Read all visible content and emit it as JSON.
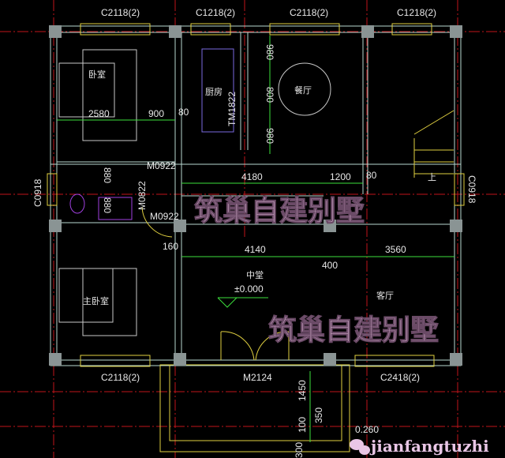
{
  "plan": {
    "rooms": {
      "bedroom": "卧室",
      "kitchen": "厨房",
      "dining": "餐厅",
      "stairs_up": "上",
      "hall": "中堂",
      "hall_level": "±0.000",
      "master_bedroom": "主卧室",
      "living": "客厅"
    },
    "openings": {
      "top_1": "C2118(2)",
      "top_2": "C1218(2)",
      "top_3": "C2118(2)",
      "top_4": "C1218(2)",
      "left": "C0918",
      "right": "C0918",
      "bottom_1": "C2118(2)",
      "main_door": "M2124",
      "bottom_2": "C2418(2)",
      "kitchen_door": "TM1822",
      "door_1": "M0922",
      "door_2": "M0822",
      "door_3": "M0922"
    },
    "dimensions": {
      "d2580": "2580",
      "d900": "900",
      "d80a": "80",
      "d980a": "980",
      "d800": "800",
      "d980b": "980",
      "d4180": "4180",
      "d1200": "1200",
      "d80b": "80",
      "d880a": "880",
      "d880b": "880",
      "d160": "160",
      "d4140": "4140",
      "d400": "400",
      "d3560": "3560",
      "d1450": "1450",
      "d350": "350",
      "d100": "100",
      "d300": "300",
      "level_porch": "0.260"
    },
    "watermark": {
      "text1": "筑巢自建别墅",
      "text2": "筑巢自建别墅",
      "account": "jianfangtuzhi"
    },
    "colors": {
      "background": "#000000",
      "axis": "#c0141a",
      "wall": "#b8d8d0",
      "window": "#e0d040",
      "dimension": "#3ce03c",
      "watermark": "#d9b3d1"
    }
  }
}
